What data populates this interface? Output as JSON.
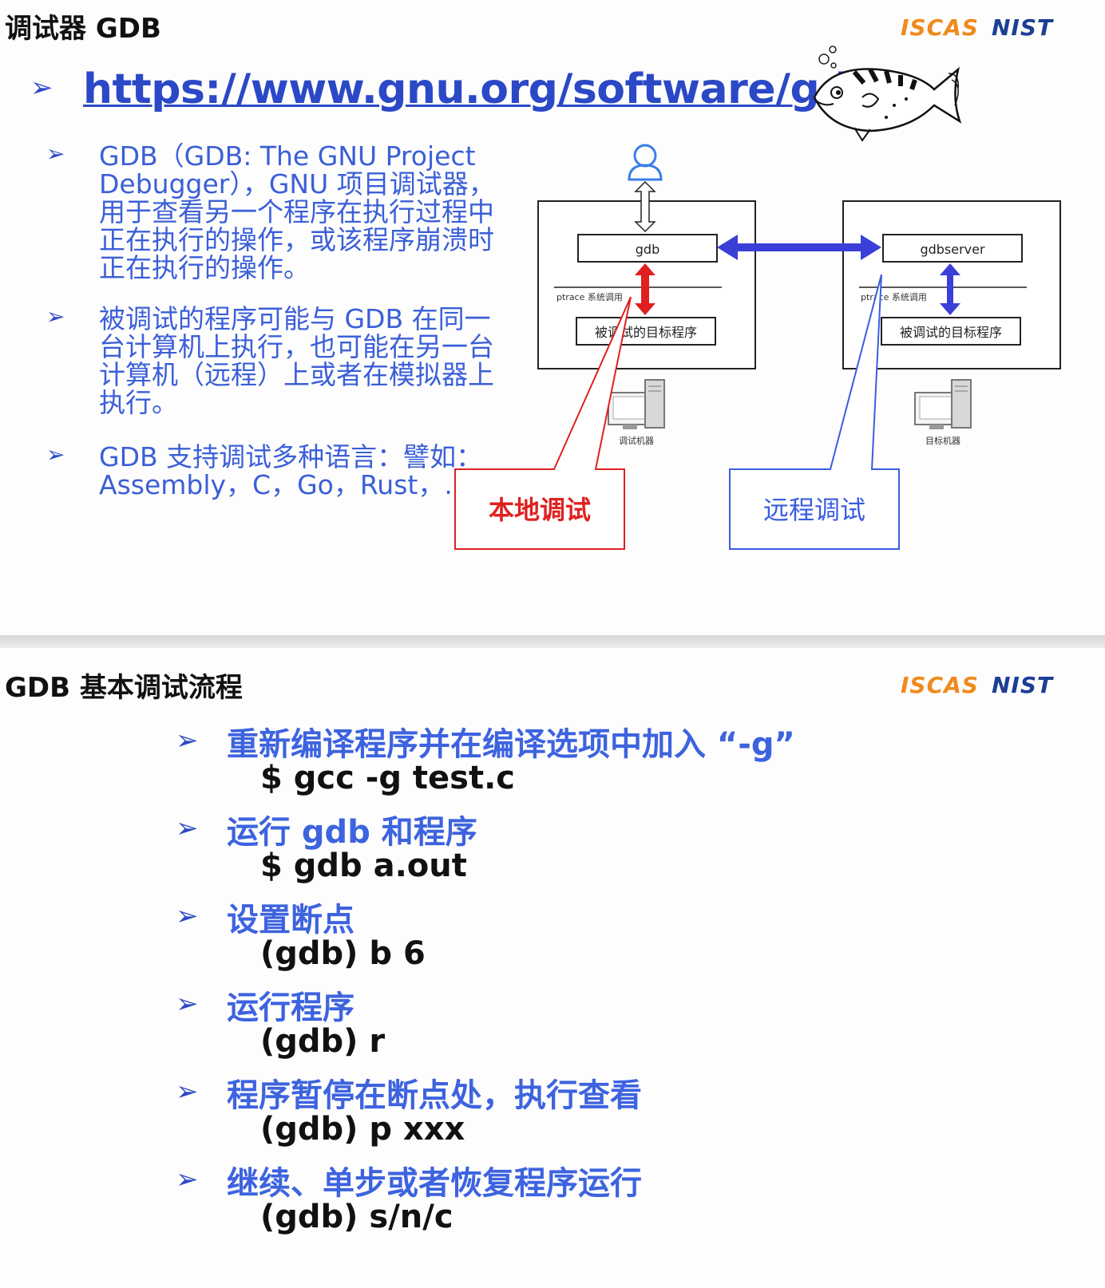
{
  "slide1": {
    "title": "调试器 GDB",
    "logo": {
      "left": "ISCAS",
      "right": "NIST"
    },
    "link": "https://www.gnu.org/software/gdb/",
    "bullet_marker": "➢",
    "bullets": [
      {
        "lines": [
          "GDB（GDB: The GNU Project",
          "Debugger），GNU 项目调试器，",
          "用于查看另一个程序在执行过程中",
          "正在执行的操作，或该程序崩溃时",
          "正在执行的操作。"
        ]
      },
      {
        "lines": [
          "被调试的程序可能与 GDB 在同一",
          "台计算机上执行，也可能在另一台",
          "计算机（远程）上或者在模拟器上",
          "执行。"
        ]
      },
      {
        "lines": [
          "GDB 支持调试多种语言：譬如：",
          "Assembly，C，Go，Rust，......"
        ]
      }
    ],
    "diagram": {
      "local_box": {
        "top": "gdb",
        "syscall": "ptrace 系统调用",
        "bottom": "被调试的目标程序",
        "machine": "调试机器"
      },
      "remote_box": {
        "top": "gdbserver",
        "syscall": "ptrace 系统调用",
        "bottom": "被调试的目标程序",
        "machine": "目标机器"
      },
      "callout_local": "本地调试",
      "callout_remote": "远程调试",
      "colors": {
        "local": "#e02020",
        "remote": "#3a5de0",
        "link": "#2b48c6"
      }
    }
  },
  "slide2": {
    "title": "GDB 基本调试流程",
    "logo": {
      "left": "ISCAS",
      "right": "NIST"
    },
    "bullet_marker": "➢",
    "steps": [
      {
        "head": "重新编译程序并在编译选项中加入 “-g”",
        "cmd": "$ gcc -g test.c"
      },
      {
        "head": "运行 gdb 和程序",
        "cmd": "$ gdb a.out"
      },
      {
        "head": "设置断点",
        "cmd": "(gdb) b 6"
      },
      {
        "head": "运行程序",
        "cmd": "(gdb) r"
      },
      {
        "head": "程序暂停在断点处，执行查看",
        "cmd": "(gdb) p xxx"
      },
      {
        "head": "继续、单步或者恢复程序运行",
        "cmd": "(gdb) s/n/c"
      }
    ]
  }
}
